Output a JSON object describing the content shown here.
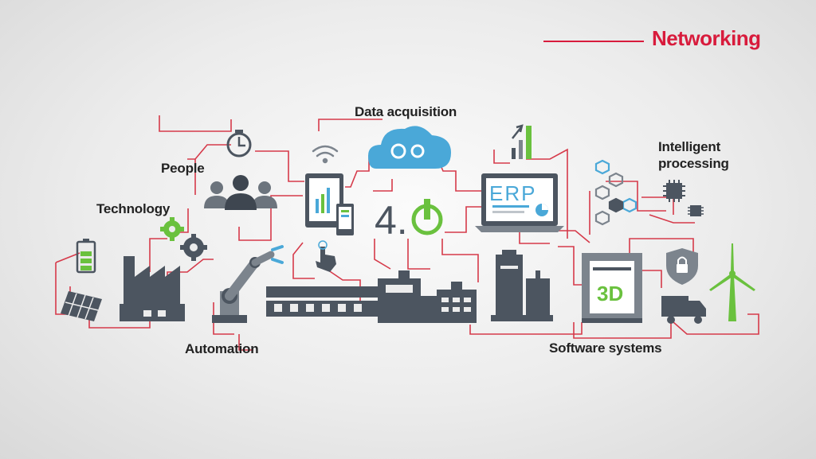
{
  "header": {
    "brand": "Networking"
  },
  "labels": {
    "data_acquisition": "Data acquisition",
    "people": "People",
    "technology": "Technology",
    "automation": "Automation",
    "software_systems": "Software systems",
    "intelligent_processing": "Intelligent\nprocessing",
    "industry": "4.",
    "erp": "ERP",
    "printer_3d": "3D"
  },
  "colors": {
    "network": "#d63a4a",
    "brand": "#d81b3c",
    "icon_dark": "#4c5560",
    "accent_green": "#6ac13e",
    "accent_blue": "#4aa8d8"
  },
  "icons": [
    "stopwatch-icon",
    "people-icon",
    "gears-icon",
    "battery-icon",
    "solar-panel-icon",
    "factory-icon",
    "robot-arm-icon",
    "conveyor-icon",
    "touch-hand-icon",
    "wifi-icon",
    "tablet-chart-icon",
    "cloud-gears-icon",
    "power-icon",
    "growth-chart-icon",
    "laptop-erp-icon",
    "warehouse-icon",
    "silo-icon",
    "hexagon-network-icon",
    "chip-icon",
    "printer-3d-icon",
    "shield-lock-icon",
    "truck-icon",
    "wind-turbine-icon"
  ]
}
